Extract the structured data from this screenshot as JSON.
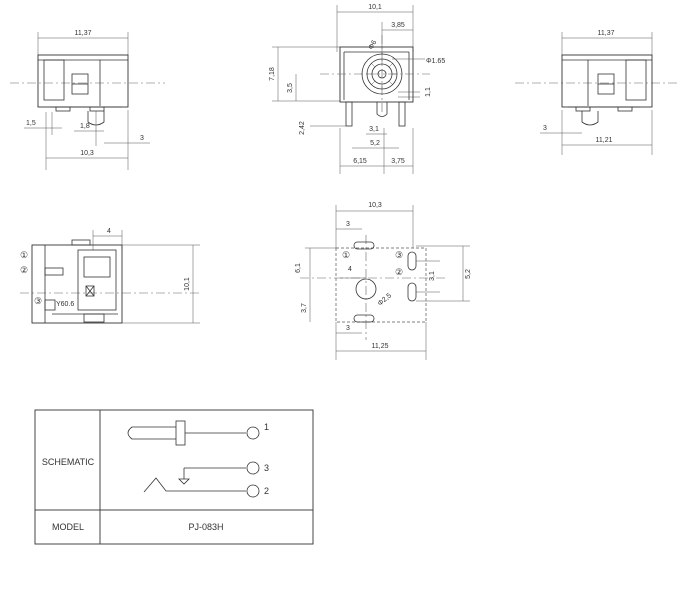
{
  "dims": {
    "front_left_width": "11,37",
    "pin_offset_1": "1,5",
    "pin_offset_2": "1,8",
    "pin_offset_3": "3",
    "front_left_depth": "10,3",
    "top_width": "10,1",
    "top_right": "3,85",
    "top_height": "7,18",
    "top_center_h": "3,5",
    "hole_dia_small": "Φ1.65",
    "hole_dia_large": "Φ6",
    "top_pin_w": "1,1",
    "top_pin_h": "2,42",
    "top_pin_gap": "3,1",
    "top_pin_pitch": "5,2",
    "top_base_left": "6,15",
    "top_base_right": "3,75",
    "right_width": "11,37",
    "right_pin": "3",
    "right_depth": "11,21",
    "side_top": "4",
    "side_height": "10,1",
    "side_label": "Y60.6",
    "pcb_width": "10,3",
    "pcb_slot": "3",
    "pcb_center": "4",
    "pcb_height": "6,1",
    "pcb_lower": "3,7",
    "pcb_hole": "Φ2,5",
    "pcb_slot_w": "3,1",
    "pcb_right": "5,2",
    "pcb_bottom_slot": "3",
    "pcb_total": "11,25"
  },
  "pin_markers": [
    "①",
    "②",
    "③"
  ],
  "table": {
    "schematic_label": "SCHEMATIC",
    "model_label": "MODEL",
    "model_value": "PJ-083H",
    "pin1": "1",
    "pin3": "3",
    "pin2": "2"
  }
}
